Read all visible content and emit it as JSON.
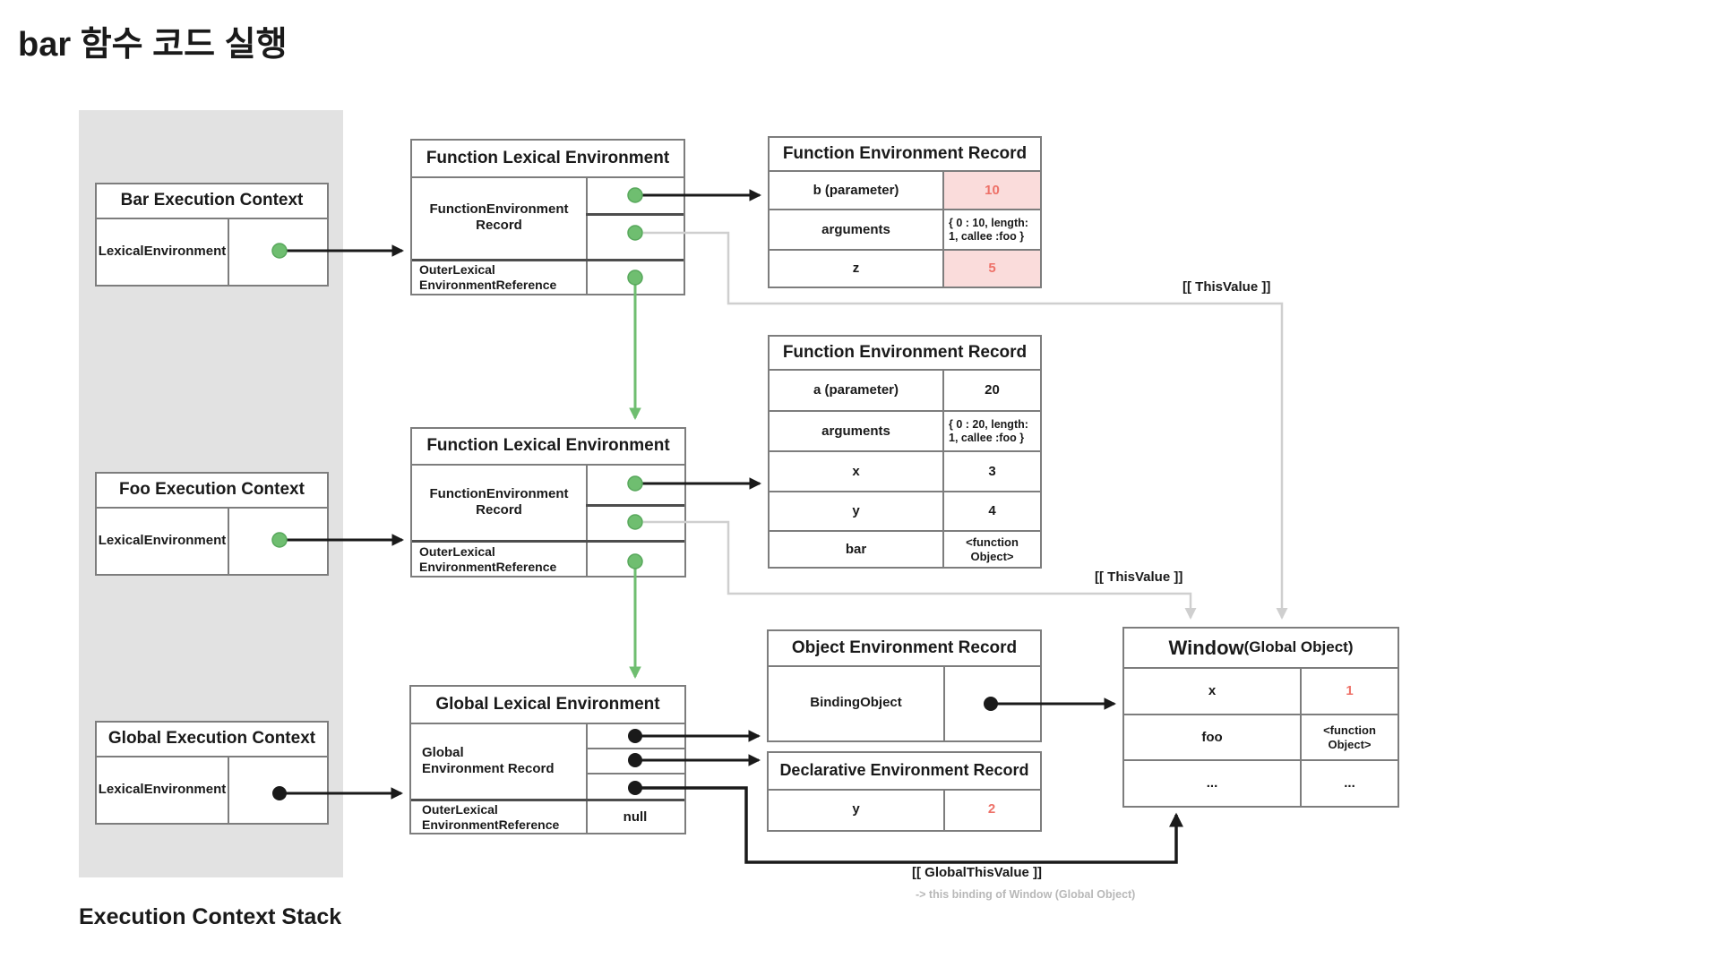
{
  "title": "bar 함수 코드 실행",
  "footer": "Execution Context Stack",
  "colors": {
    "green": "#6fbe70",
    "green_edge": "#58a85c",
    "red": "#ee7168",
    "pink": "#fadcdb",
    "gray_line": "#cfcfcf",
    "note_gray": "#b8b8b8",
    "black_line": "#1a1a1a"
  },
  "stack": {
    "bar_context": {
      "title": "Bar Execution Context",
      "row_label": "LexicalEnvironment"
    },
    "foo_context": {
      "title": "Foo Execution Context",
      "row_label": "LexicalEnvironment"
    },
    "global_context": {
      "title": "Global Execution Context",
      "row_label": "LexicalEnvironment"
    }
  },
  "lexical_envs": {
    "bar": {
      "title": "Function Lexical Environment",
      "record_label": "FunctionEnvironment\nRecord",
      "outer_label": "OuterLexical\nEnvironmentReference",
      "outer_value": ""
    },
    "foo": {
      "title": "Function Lexical Environment",
      "record_label": "FunctionEnvironment\nRecord",
      "outer_label": "OuterLexical\nEnvironmentReference",
      "outer_value": ""
    },
    "global": {
      "title": "Global Lexical Environment",
      "record_label": "Global\nEnvironment Record",
      "outer_label": "OuterLexical\nEnvironmentReference",
      "outer_value": "null"
    }
  },
  "records": {
    "bar_fer": {
      "title": "Function Environment Record",
      "rows": [
        {
          "label": "b (parameter)",
          "value": "10"
        },
        {
          "label": "arguments",
          "value": "{ 0 : 10, length: 1, callee :foo }"
        },
        {
          "label": "z",
          "value": "5"
        }
      ]
    },
    "foo_fer": {
      "title": "Function Environment Record",
      "rows": [
        {
          "label": "a (parameter)",
          "value": "20"
        },
        {
          "label": "arguments",
          "value": "{ 0 : 20, length: 1, callee :foo }"
        },
        {
          "label": "x",
          "value": "3"
        },
        {
          "label": "y",
          "value": "4"
        },
        {
          "label": "bar",
          "value": "<function Object>"
        }
      ]
    },
    "object_er": {
      "title": "Object Environment Record",
      "rows": [
        {
          "label": "BindingObject",
          "value": ""
        }
      ]
    },
    "declarative_er": {
      "title": "Declarative Environment Record",
      "rows": [
        {
          "label": "y",
          "value": "2"
        }
      ]
    },
    "window_object": {
      "title_main": "Window",
      "title_sub": "(Global Object)",
      "rows": [
        {
          "label": "x",
          "value": "1"
        },
        {
          "label": "foo",
          "value": "<function Object>"
        },
        {
          "label": "...",
          "value": "..."
        }
      ]
    }
  },
  "annotations": {
    "this_value_1": "[[ ThisValue ]]",
    "this_value_2": "[[ ThisValue ]]",
    "global_this_value": "[[ GlobalThisValue ]]",
    "global_this_note": "-> this binding of Window (Global Object)"
  }
}
